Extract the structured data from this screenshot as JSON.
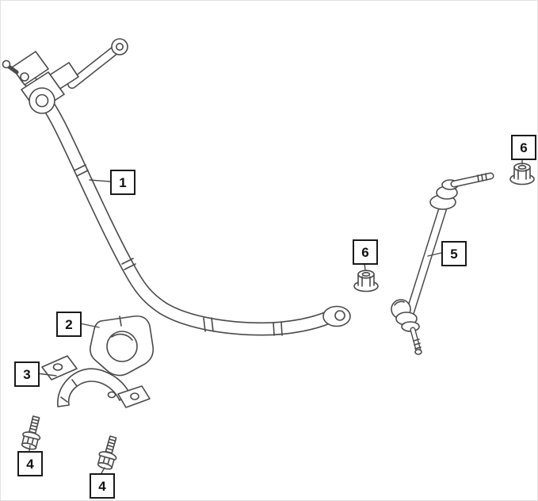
{
  "diagram": {
    "background": "#ffffff",
    "line_color": "#4a4a4a",
    "label_border_color": "#1a1a1a",
    "label_text_color": "#111111",
    "callouts": [
      {
        "part": "stabilizer-bar",
        "label": "1"
      },
      {
        "part": "bushing",
        "label": "2"
      },
      {
        "part": "bracket",
        "label": "3"
      },
      {
        "part": "bolt-left",
        "label": "4"
      },
      {
        "part": "bolt-bottom",
        "label": "4"
      },
      {
        "part": "stabilizer-link",
        "label": "5"
      },
      {
        "part": "nut-upper-right",
        "label": "6"
      },
      {
        "part": "nut-middle",
        "label": "6"
      }
    ]
  }
}
